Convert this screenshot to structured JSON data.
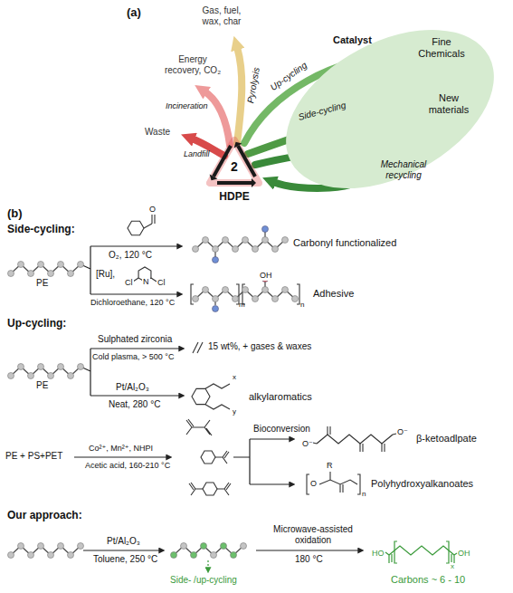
{
  "diagram": {
    "nodes": [
      {
        "text": [
          "Catalyst"
        ]
      },
      {
        "text": [
          "2",
          "HDPE"
        ]
      }
    ],
    "labels": [
      "(a)",
      "Gas, fuel, wax, char",
      "Pyrolysis",
      "Fine Chemicals",
      "Up-cycling",
      "Energy recovery, CO₂",
      "Incineration",
      "Side-cycling",
      "New materials",
      "Waste",
      "Landfill",
      "Mechanical recycling",
      "(b)",
      "Side-cycling:",
      "PE",
      "O₂, 120 °C",
      "O",
      "Carbonyl functionalized",
      "[Ru],",
      "Cl",
      "N",
      "Cl",
      "Dichloroethane, 120 °C",
      "OH",
      "m",
      "n",
      "Adhesive",
      "Up-cycling:",
      "PE",
      "Sulphated zirconia",
      "Cold plasma, > 500 °C",
      "15 wt%, + gases & waxes",
      "Pt/Al₂O₃",
      "Neat, 280 °C",
      "x",
      "y",
      "alkylaromatics",
      "PE + PS+PET",
      "Co²⁺, Mn²⁺, NHPI",
      "Acetic acid, 160-210 °C",
      "Bioconversion",
      "O⁻",
      "O⁻",
      "β-ketoadlpate",
      "R",
      "O",
      "n",
      "Polyhydroxyalkanoates",
      "Our approach:",
      "Pt/Al₂O₃",
      "Toluene, 250 °C",
      "Side- /up-cycling",
      "Microwave-assisted oxidation",
      "180 °C",
      "HO",
      "OH",
      "x",
      "Carbons ~ 6 - 10"
    ]
  }
}
